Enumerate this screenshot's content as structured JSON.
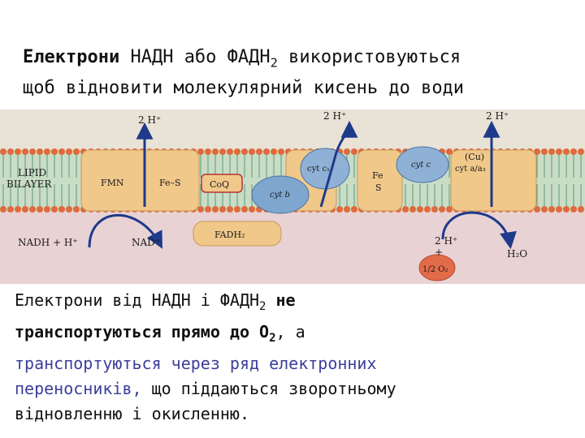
{
  "title": {
    "bold": "Електрони",
    "rest_pre": " НАДН або ФАДН",
    "rest_sub": "2",
    "rest_post": " використовуються",
    "line2": "щоб відновити молекулярний кисень до води"
  },
  "diagram": {
    "labels": {
      "h1": "2 H⁺",
      "h2": "2 H⁺",
      "h3": "2 H⁺",
      "lipid": "LIPID",
      "bilayer": "BILAYER",
      "fmn": "FMN",
      "fes": "Fe–S",
      "coq": "CoQ",
      "cytb": "cyt b",
      "cytc1": "cyt c₁",
      "fe": "Fe",
      "s": "S",
      "cytc": "cyt c",
      "cu": "(Cu)",
      "cytaa3": "cyt a/a₃",
      "fadh2": "FADH₂",
      "nadh_eq": "NADH + H⁺",
      "nad": "NAD⁺",
      "h4": "2 H⁺",
      "plus": "+",
      "o2": "1/2 O₂",
      "h2o": "H₂O"
    },
    "colors": {
      "lipid_head": "#e06a3c",
      "tail": "#5a9a78",
      "membrane_bg": "#c9dcc6",
      "complex": "#f0c88a",
      "oval_blue": "#7fa6cf",
      "arrow": "#1e3a8a",
      "matrix": "#e8d2d4",
      "top_bg": "#e9e2d6"
    }
  },
  "body": {
    "l1a": "Електрони від НАДН і ФАДН",
    "l1sub": "2",
    "l1b": " не",
    "l2a": "транспортуються прямо до О",
    "l2sub": "2",
    "l2b": ", а",
    "l3": "транспортуються через ряд електронних",
    "l4a": "переносників,",
    "l4b": " що піддаються зворотньому",
    "l5": "відновленню і окисленню."
  }
}
